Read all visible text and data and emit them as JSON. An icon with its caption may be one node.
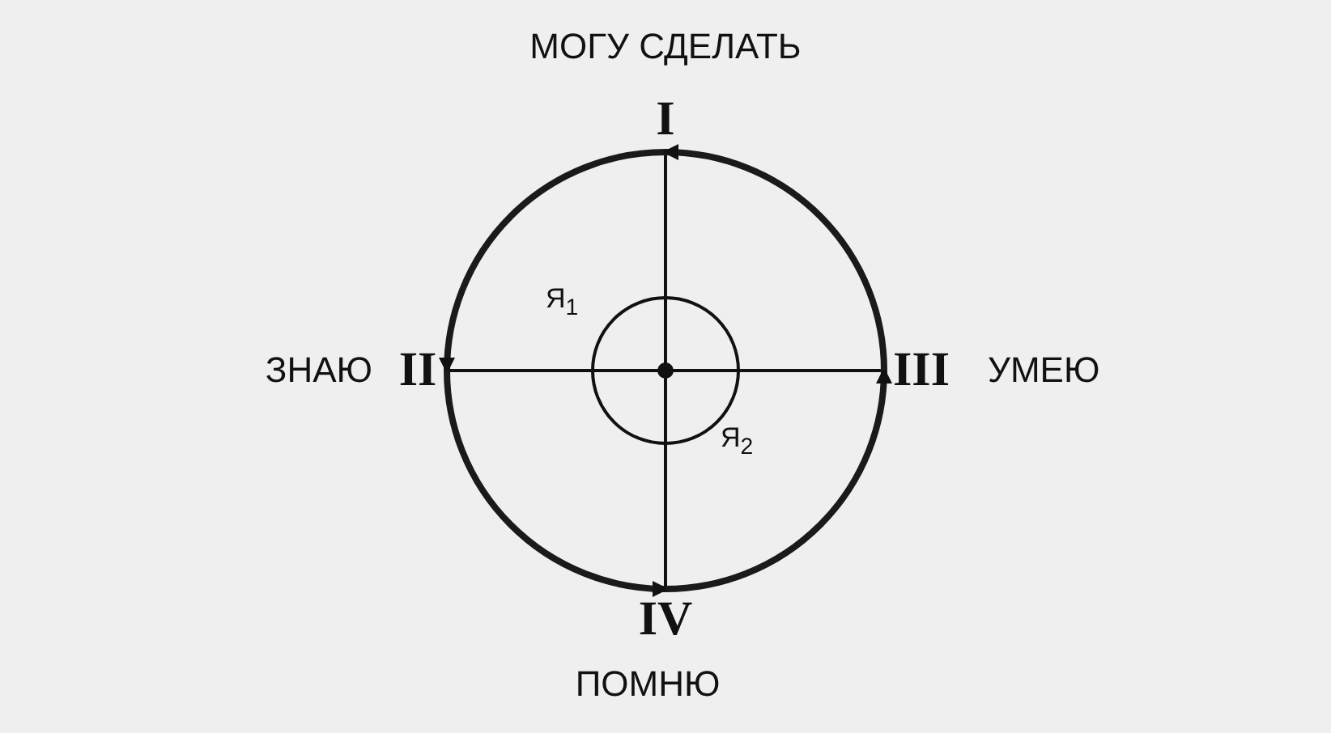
{
  "diagram": {
    "nodes": [
      {
        "text": [
          "I"
        ],
        "beside": [
          "МОГУ СДЕЛАТЬ"
        ]
      },
      {
        "text": [
          "II"
        ],
        "beside": [
          "ЗНАЮ"
        ]
      },
      {
        "text": [
          "III"
        ],
        "beside": [
          "УМЕЮ"
        ]
      },
      {
        "text": [
          "IV"
        ],
        "beside": [
          "ПОМНЮ"
        ]
      }
    ],
    "edges": [
      {
        "from": 0,
        "to": 1,
        "arrow": "to"
      },
      {
        "from": 1,
        "to": 3,
        "arrow": "to"
      },
      {
        "from": 3,
        "to": 2,
        "arrow": "to"
      },
      {
        "from": 2,
        "to": 0,
        "arrow": "to"
      }
    ],
    "labels": [
      "Я$_{1}$",
      "Я$_{2}$"
    ]
  }
}
